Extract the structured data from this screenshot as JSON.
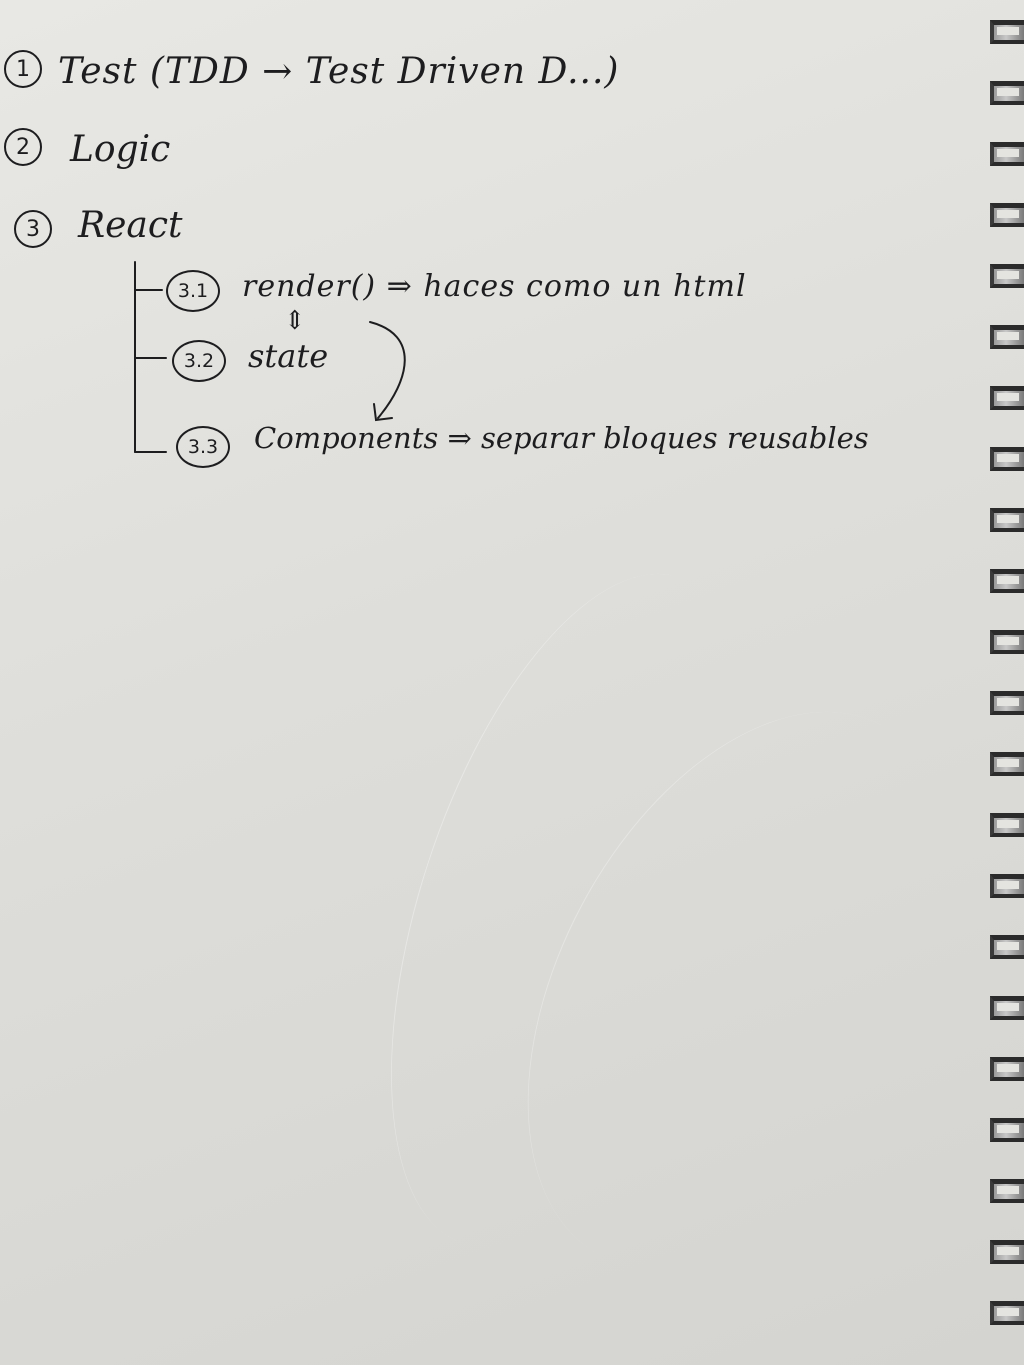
{
  "notes": {
    "item1": {
      "number": "1",
      "text": "Test  (TDD → Test  Driven  D...)"
    },
    "item2": {
      "number": "2",
      "text": "Logic"
    },
    "item3": {
      "number": "3",
      "text": "React"
    },
    "sub1": {
      "number": "3.1",
      "text": "render() ⇒ haces como un html"
    },
    "sub2": {
      "number": "3.2",
      "text": "state"
    },
    "sub3": {
      "number": "3.3",
      "text": "Components ⇒ separar bloques reusables"
    },
    "double_arrow": "⇕"
  },
  "colors": {
    "paper": "#e3e3df",
    "ink": "#1d1d1f",
    "spiral": "#2b2b2b"
  }
}
